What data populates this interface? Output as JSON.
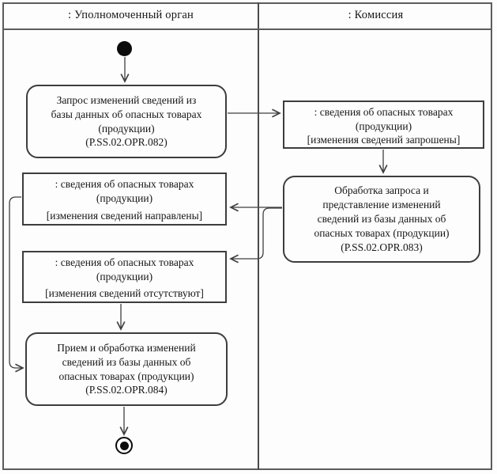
{
  "header": {
    "lane1": ": Уполномоченный орган",
    "lane2": ": Комиссия"
  },
  "nodes": {
    "request_activity": "Запрос изменений сведений из\nбазы данных об опасных товарах\n(продукции)\n(P.SS.02.OPR.082)",
    "requested_object_name": ": сведения об опасных товарах\n(продукции)",
    "requested_object_state": "[изменения сведений запрошены]",
    "process_activity": "Обработка запроса и\nпредставление изменений\nсведений из базы данных об\nопасных товарах (продукции)\n(P.SS.02.OPR.083)",
    "sent_object_name": ": сведения об опасных товарах\n(продукции)",
    "sent_object_state": "[изменения сведений направлены]",
    "absent_object_name": ": сведения об опасных товарах\n(продукции)",
    "absent_object_state": "[изменения сведений отсутствуют]",
    "receive_activity": "Прием и обработка изменений\nсведений из базы данных об\nопасных товарах (продукции)\n(P.SS.02.OPR.084)"
  },
  "colors": {
    "frame": "#5c5c5c",
    "node_border": "#3d3d3d",
    "connector": "#3f3f3f",
    "text": "#161616",
    "background": "#fdfdfd"
  }
}
